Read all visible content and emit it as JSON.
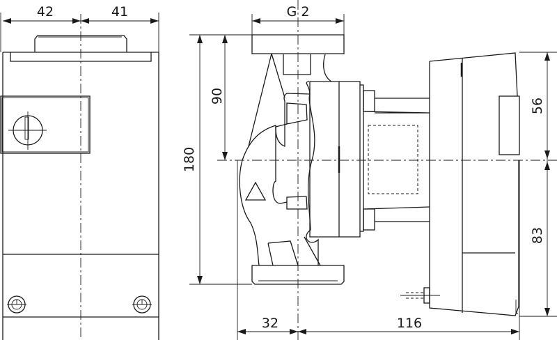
{
  "drawing": {
    "front_view": {
      "dimensions": {
        "left_width": "42",
        "right_width": "41"
      }
    },
    "side_view": {
      "dimensions": {
        "connection": "G 2",
        "overall_height": "180",
        "half_height": "90",
        "inlet_offset": "32",
        "motor_depth": "116",
        "upper_motor_height": "56",
        "lower_motor_height": "83"
      }
    }
  }
}
